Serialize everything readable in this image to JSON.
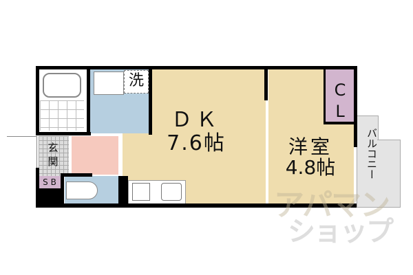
{
  "floorplan": {
    "rooms": {
      "dk": {
        "name": "ＤＫ",
        "size": "7.6帖"
      },
      "western": {
        "name": "洋室",
        "size": "4.8帖"
      },
      "closet": {
        "line1": "C",
        "line2": "L"
      },
      "washroom": {
        "label": "洗"
      },
      "entrance": {
        "line1": "玄",
        "line2": "関"
      },
      "shoe_box": {
        "label": "S B"
      },
      "balcony": {
        "label": "バルコニー"
      }
    },
    "colors": {
      "dk_floor": "#EFDDAE",
      "wet_area": "#B6CFE0",
      "hall": "#F6C9BE",
      "closet": "#D2B5CE",
      "balcony": "#E4E4E4",
      "wall": "#000000"
    },
    "watermark": {
      "line1": "アパマン",
      "line2": "ショップ"
    }
  }
}
